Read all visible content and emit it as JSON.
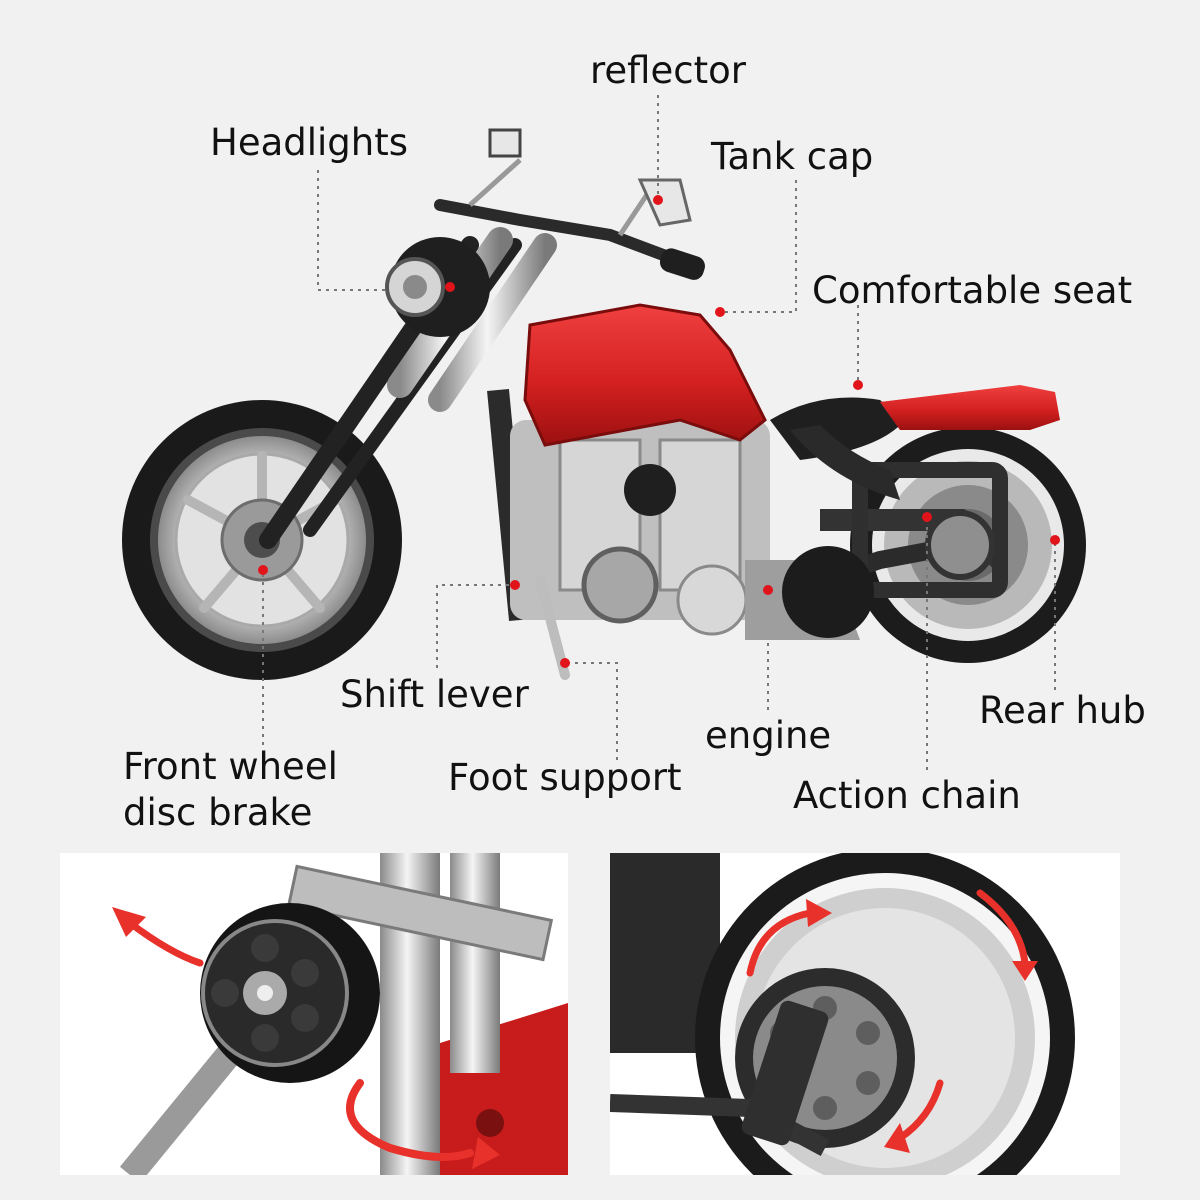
{
  "labels": {
    "reflector": "reflector",
    "headlights": "Headlights",
    "tank_cap": "Tank cap",
    "comfortable_seat": "Comfortable seat",
    "shift_lever": "Shift lever",
    "rear_hub": "Rear hub",
    "engine": "engine",
    "front_wheel_line1": "Front wheel",
    "front_wheel_line2": "disc brake",
    "foot_support": "Foot support",
    "action_chain": "Action chain"
  },
  "colors": {
    "body_red": "#d42020",
    "marker_red": "#e0141a",
    "arrow_red": "#e8312a",
    "tire_black": "#1a1a1a",
    "chrome": "#c8c8c8",
    "leader": "#777777"
  }
}
